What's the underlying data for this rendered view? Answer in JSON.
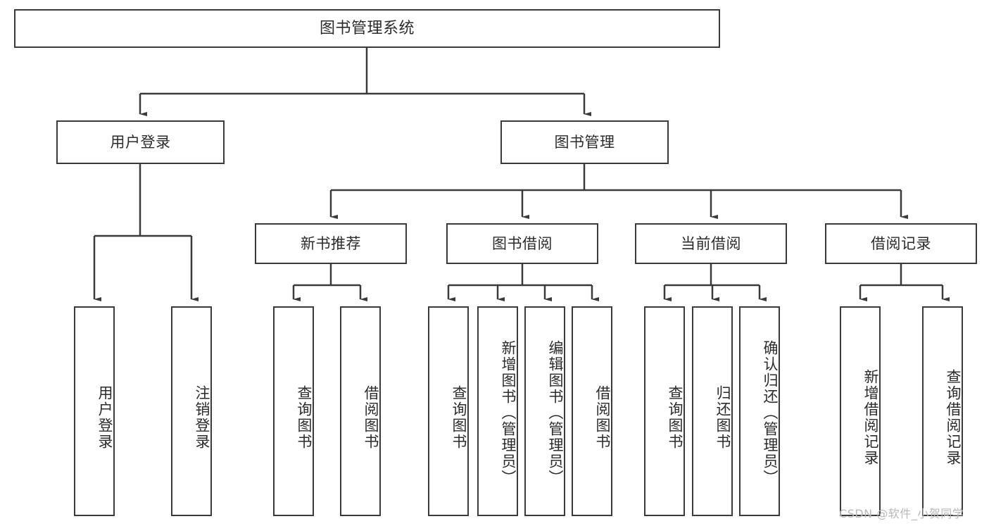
{
  "diagram": {
    "title": "图书管理系统",
    "watermark": "CSDN @软件_小贺同学",
    "colors": {
      "stroke": "#3a3a3a",
      "text": "#2b2b2b",
      "background": "#ffffff",
      "watermark": "#b8b8b8"
    },
    "root": {
      "label": "图书管理系统"
    },
    "level2": [
      {
        "label": "用户登录"
      },
      {
        "label": "图书管理"
      }
    ],
    "level3": [
      {
        "label": "新书推荐"
      },
      {
        "label": "图书借阅"
      },
      {
        "label": "当前借阅"
      },
      {
        "label": "借阅记录"
      }
    ],
    "leaves": {
      "user_login": [
        {
          "label": "用户登录"
        },
        {
          "label": "注销登录"
        }
      ],
      "new_book_recommend": [
        {
          "label": "查询图书"
        },
        {
          "label": "借阅图书"
        }
      ],
      "book_borrow": [
        {
          "label": "查询图书"
        },
        {
          "label": "新增图书（管理员）"
        },
        {
          "label": "编辑图书（管理员）"
        },
        {
          "label": "借阅图书"
        }
      ],
      "current_borrow": [
        {
          "label": "查询图书"
        },
        {
          "label": "归还图书"
        },
        {
          "label": "确认归还（管理员）"
        }
      ],
      "borrow_record": [
        {
          "label": "新增借阅记录"
        },
        {
          "label": "查询借阅记录"
        }
      ]
    }
  },
  "chart_data": {
    "type": "tree-diagram",
    "title": "图书管理系统",
    "orientation": "top-down",
    "nodes": [
      {
        "id": "root",
        "label": "图书管理系统",
        "level": 0,
        "parent": null
      },
      {
        "id": "user-login",
        "label": "用户登录",
        "level": 1,
        "parent": "root"
      },
      {
        "id": "book-manage",
        "label": "图书管理",
        "level": 1,
        "parent": "root"
      },
      {
        "id": "new-book",
        "label": "新书推荐",
        "level": 2,
        "parent": "book-manage"
      },
      {
        "id": "book-borrow",
        "label": "图书借阅",
        "level": 2,
        "parent": "book-manage"
      },
      {
        "id": "current-borrow",
        "label": "当前借阅",
        "level": 2,
        "parent": "book-manage"
      },
      {
        "id": "borrow-record",
        "label": "借阅记录",
        "level": 2,
        "parent": "book-manage"
      },
      {
        "id": "leaf-1",
        "label": "用户登录",
        "level": 2,
        "parent": "user-login"
      },
      {
        "id": "leaf-2",
        "label": "注销登录",
        "level": 2,
        "parent": "user-login"
      },
      {
        "id": "leaf-3",
        "label": "查询图书",
        "level": 3,
        "parent": "new-book"
      },
      {
        "id": "leaf-4",
        "label": "借阅图书",
        "level": 3,
        "parent": "new-book"
      },
      {
        "id": "leaf-5",
        "label": "查询图书",
        "level": 3,
        "parent": "book-borrow"
      },
      {
        "id": "leaf-6",
        "label": "新增图书（管理员）",
        "level": 3,
        "parent": "book-borrow"
      },
      {
        "id": "leaf-7",
        "label": "编辑图书（管理员）",
        "level": 3,
        "parent": "book-borrow"
      },
      {
        "id": "leaf-8",
        "label": "借阅图书",
        "level": 3,
        "parent": "book-borrow"
      },
      {
        "id": "leaf-9",
        "label": "查询图书",
        "level": 3,
        "parent": "current-borrow"
      },
      {
        "id": "leaf-10",
        "label": "归还图书",
        "level": 3,
        "parent": "current-borrow"
      },
      {
        "id": "leaf-11",
        "label": "确认归还（管理员）",
        "level": 3,
        "parent": "current-borrow"
      },
      {
        "id": "leaf-12",
        "label": "新增借阅记录",
        "level": 3,
        "parent": "borrow-record"
      },
      {
        "id": "leaf-13",
        "label": "查询借阅记录",
        "level": 3,
        "parent": "borrow-record"
      }
    ]
  }
}
